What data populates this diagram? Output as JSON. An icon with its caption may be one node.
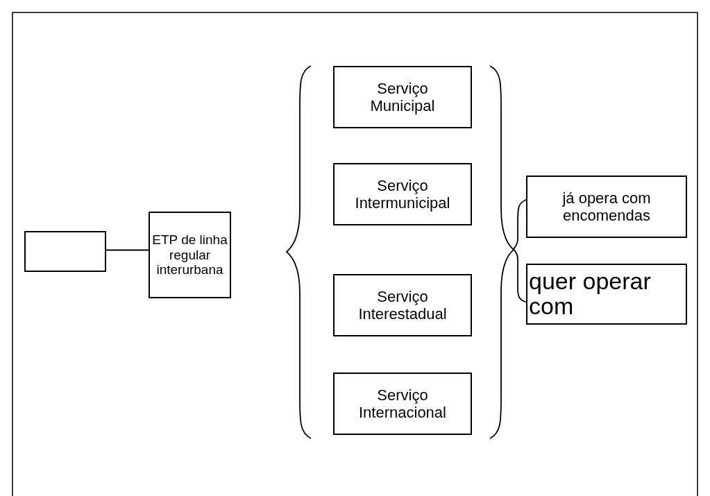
{
  "diagram": {
    "nodes": [
      {
        "text": [],
        "shape": "box"
      },
      {
        "text": [
          "ETP de linha regular interurbana"
        ]
      },
      {
        "text": [
          "Serviço Municipal"
        ]
      },
      {
        "text": [
          "Serviço Intermunicipal"
        ]
      },
      {
        "text": [
          "Serviço Interestadual"
        ]
      },
      {
        "text": [
          "Serviço Internacional"
        ]
      },
      {
        "text": [
          "já opera com encomendas"
        ]
      },
      {
        "text": [
          "quer operar com"
        ]
      }
    ],
    "edges": [
      {
        "from": 0,
        "to": 1,
        "arrow": "none"
      }
    ]
  }
}
